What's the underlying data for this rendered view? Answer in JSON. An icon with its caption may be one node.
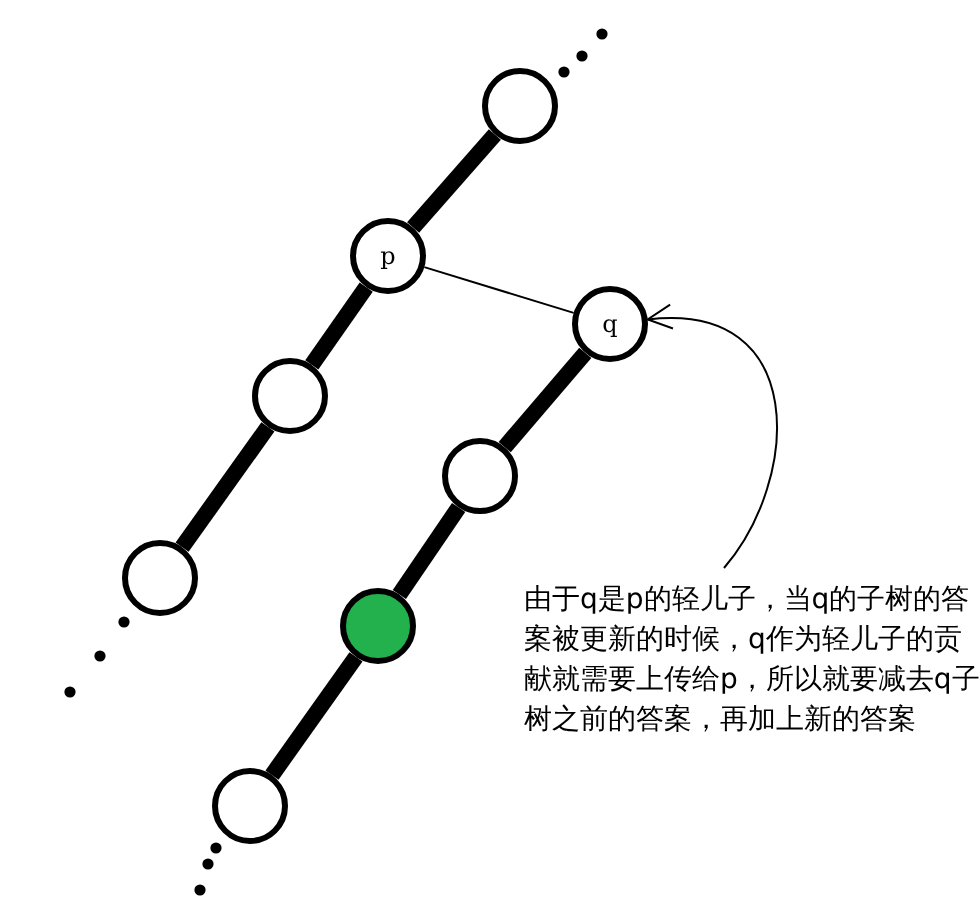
{
  "diagram": {
    "nodes": [
      {
        "text": [],
        "shape": "circle"
      },
      {
        "text": [
          "p"
        ]
      },
      {
        "text": [],
        "shape": "circle"
      },
      {
        "text": [],
        "shape": "circle"
      },
      {
        "text": [
          "q"
        ]
      },
      {
        "text": [],
        "shape": "circle"
      },
      {
        "text": [],
        "shape": "circle"
      },
      {
        "text": [],
        "shape": "circle"
      },
      {
        "text": [
          "由于q是p的轻儿子，当q的子树的答案被更新的时候，q作为轻儿子的贡献就需要上传给p，所以就要减去q子树之前的答案，再加上新的答案"
        ]
      }
    ],
    "edges": [
      {
        "from": 0,
        "to": 1,
        "arrow": "none"
      },
      {
        "from": 1,
        "to": 2,
        "arrow": "none"
      },
      {
        "from": 2,
        "to": 3,
        "arrow": "none"
      },
      {
        "from": 1,
        "to": 4,
        "arrow": "none"
      },
      {
        "from": 4,
        "to": 5,
        "arrow": "none"
      },
      {
        "from": 5,
        "to": 6,
        "arrow": "none"
      },
      {
        "from": 6,
        "to": 7,
        "arrow": "none"
      },
      {
        "from": 8,
        "to": 4,
        "arrow": "to"
      }
    ]
  }
}
